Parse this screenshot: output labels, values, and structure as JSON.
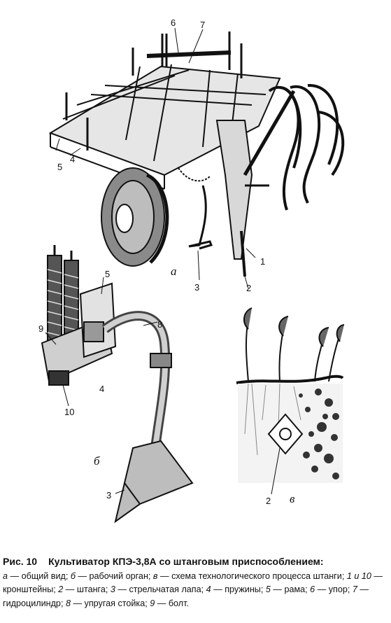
{
  "figure": {
    "number": "Рис. 10",
    "title": "Культиватор КПЭ-3,8А со штанговым приспособлением:",
    "legend": [
      {
        "key": "а",
        "text": "общий вид"
      },
      {
        "key": "б",
        "text": "рабочий орган"
      },
      {
        "key": "в",
        "text": "схема технологического процесса штанги"
      },
      {
        "key": "1 и 10",
        "text": "кронштейны"
      },
      {
        "key": "2",
        "text": "штанга"
      },
      {
        "key": "3",
        "text": "стрельчатая лапа"
      },
      {
        "key": "4",
        "text": "пружины"
      },
      {
        "key": "5",
        "text": "рама"
      },
      {
        "key": "6",
        "text": "упор"
      },
      {
        "key": "7",
        "text": "гидроцилиндр"
      },
      {
        "key": "8",
        "text": "упругая стойка"
      },
      {
        "key": "9",
        "text": "болт"
      }
    ]
  },
  "labels": {
    "view_a": "а",
    "view_b": "б",
    "view_c": "в",
    "a_6": "6",
    "a_7": "7",
    "a_5": "5",
    "a_4": "4",
    "a_1": "1",
    "a_3": "3",
    "a_2": "2",
    "b_5": "5",
    "b_9": "9",
    "b_8": "8",
    "b_4": "4",
    "b_10": "10",
    "b_3": "3",
    "c_2": "2"
  }
}
